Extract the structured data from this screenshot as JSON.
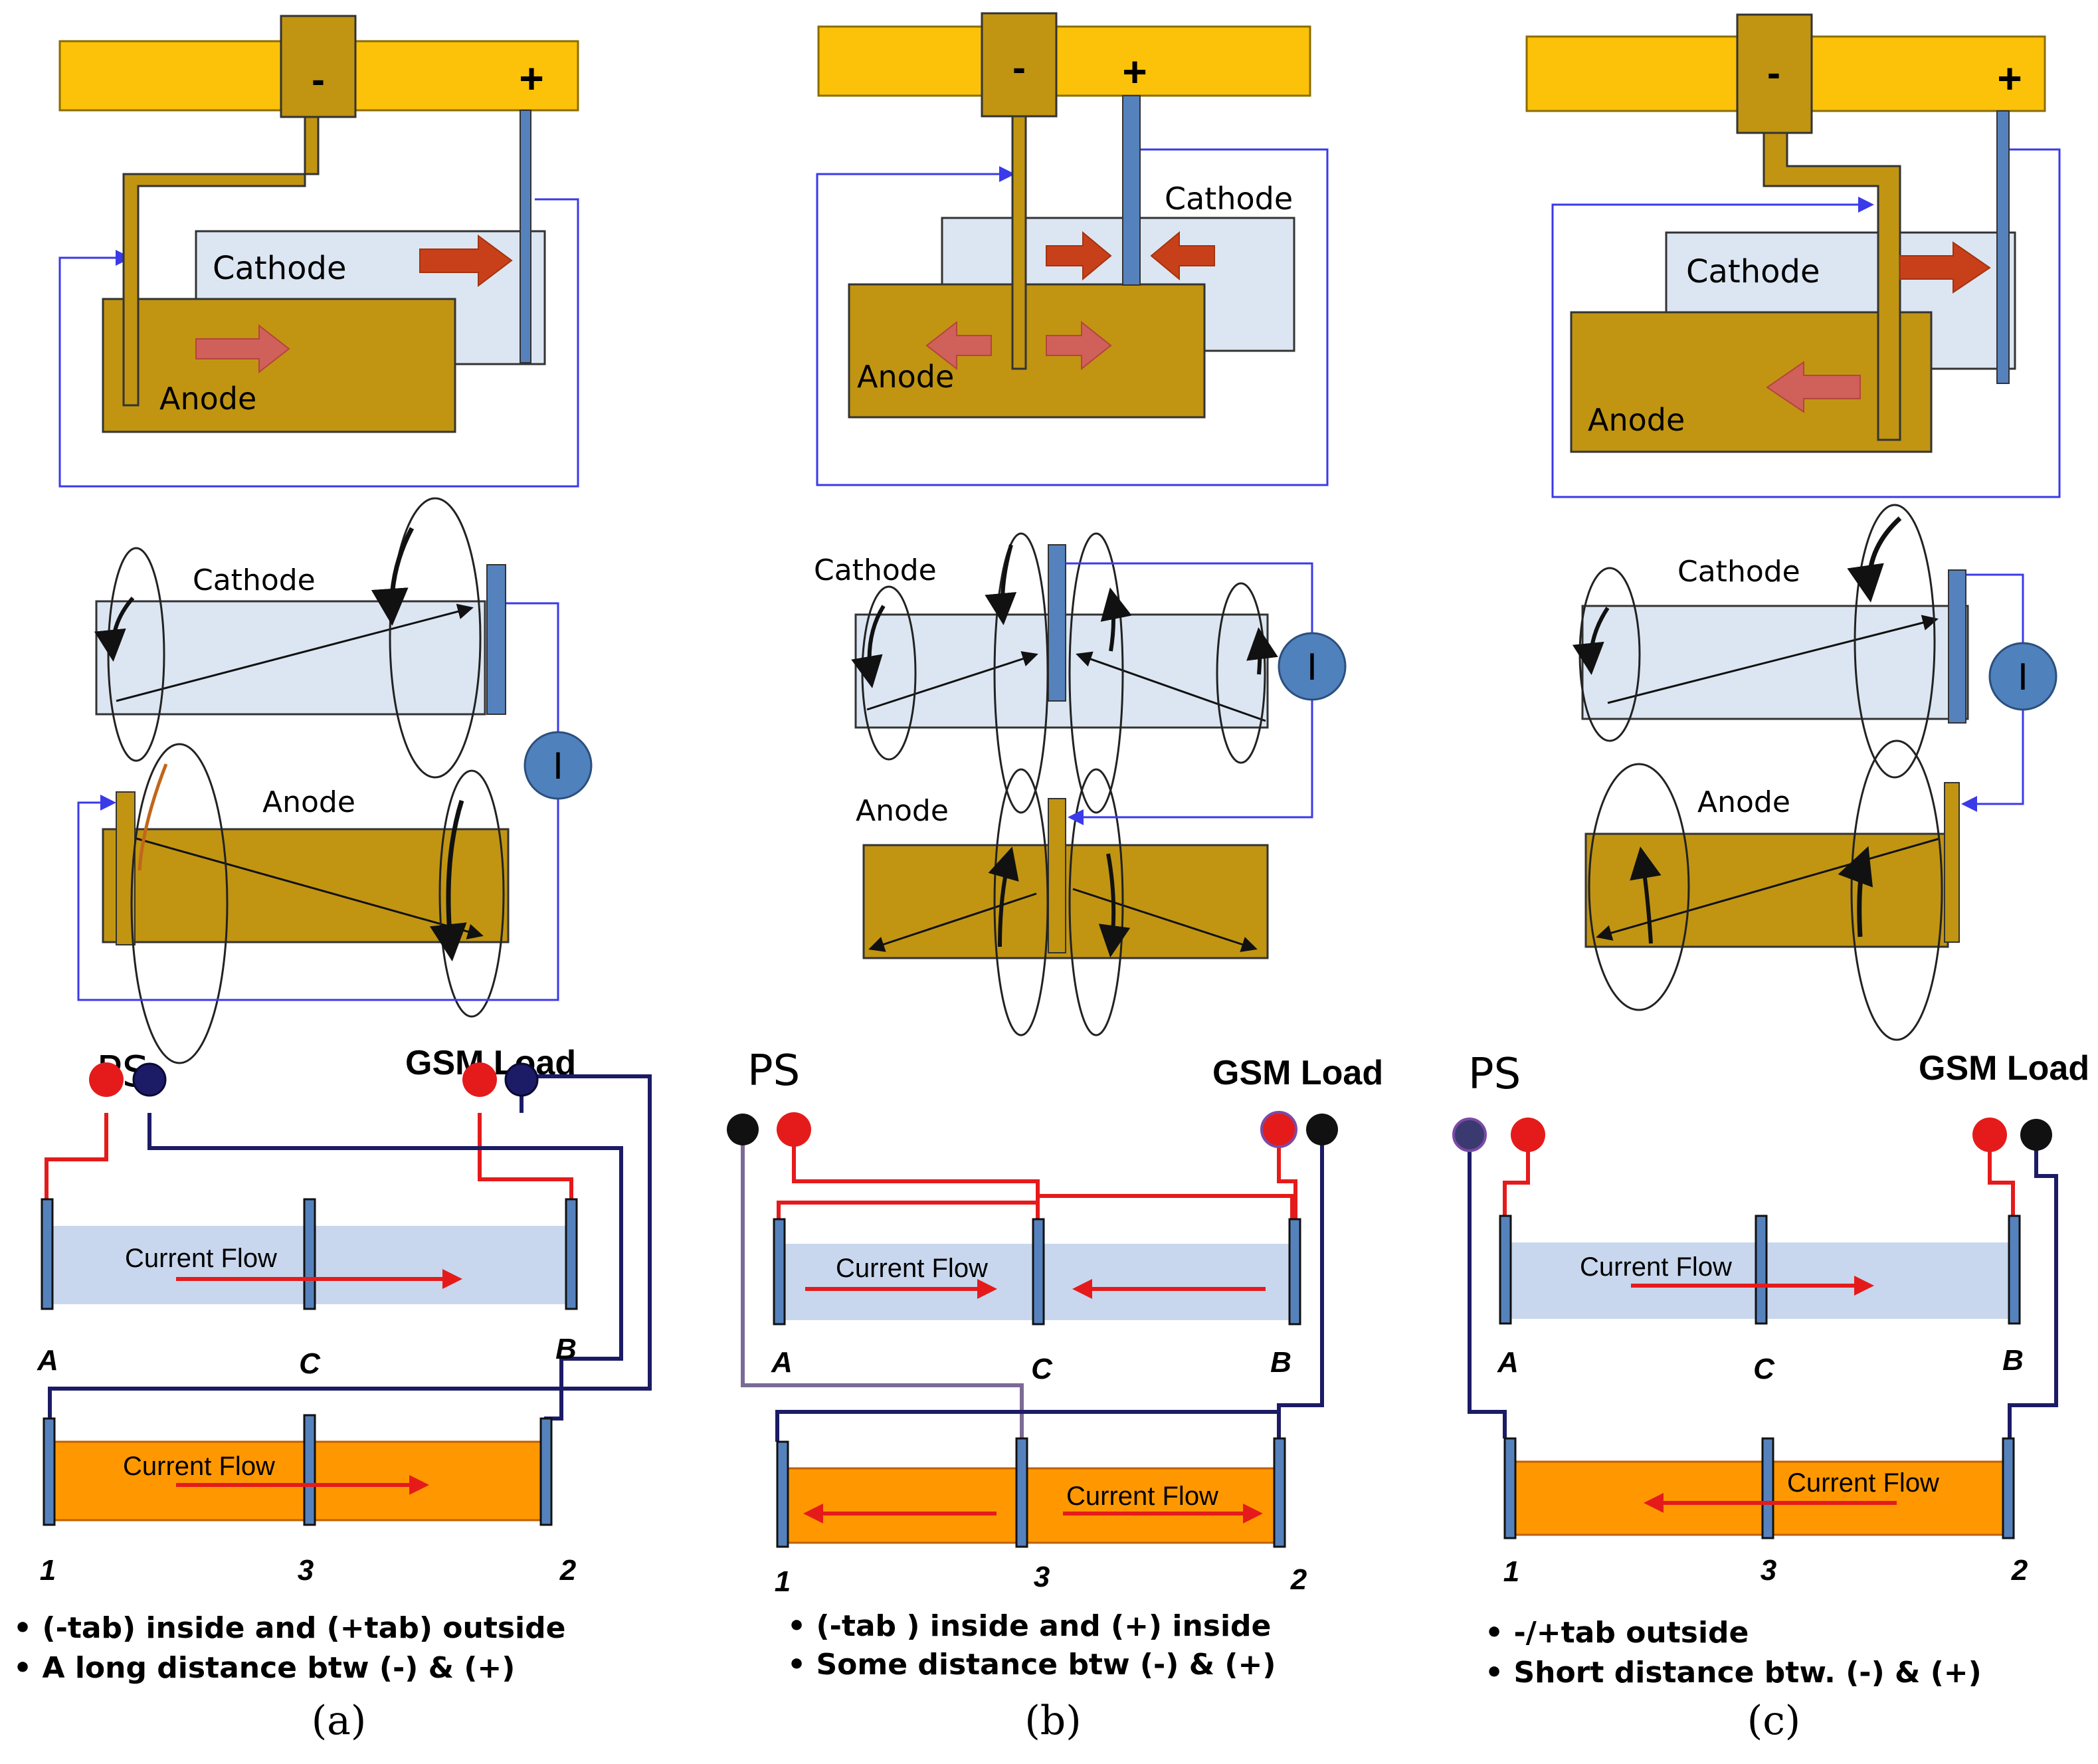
{
  "colors": {
    "busbar": "#fcc209",
    "anode": "#c19512",
    "cathode": "#dce6f2",
    "tab_blue": "#5582bd",
    "wire_blue": "#3a3ae8",
    "arrow_red": "#c8401a",
    "red": "#e51b1b",
    "navy": "#1b1b66",
    "orange": "#ff9800",
    "current_blue": "#c8d7ed",
    "meter": "#4f81bd"
  },
  "panels": [
    {
      "id": "a",
      "minus": "-",
      "plus": "+",
      "cathode": "Cathode",
      "anode": "Anode",
      "meter": "I",
      "ps": "PS",
      "load": "GSM Load",
      "flow_top": "Current Flow",
      "flow_bottom": "Current Flow",
      "pts_top": [
        "A",
        "C",
        "B"
      ],
      "pts_bottom": [
        "1",
        "3",
        "2"
      ],
      "bullets": [
        "(-tab) inside and (+tab) outside",
        "A long distance btw (-) & (+)"
      ],
      "caption": "(a)"
    },
    {
      "id": "b",
      "minus": "-",
      "plus": "+",
      "cathode": "Cathode",
      "anode": "Anode",
      "meter": "I",
      "ps": "PS",
      "load": "GSM Load",
      "flow_top": "Current Flow",
      "flow_bottom": "Current Flow",
      "pts_top": [
        "A",
        "C",
        "B"
      ],
      "pts_bottom": [
        "1",
        "3",
        "2"
      ],
      "bullets": [
        "(-tab ) inside and (+) inside",
        "Some distance btw (-) & (+)"
      ],
      "caption": "(b)"
    },
    {
      "id": "c",
      "minus": "-",
      "plus": "+",
      "cathode": "Cathode",
      "anode": "Anode",
      "meter": "I",
      "ps": "PS",
      "load": "GSM Load",
      "flow_top": "Current Flow",
      "flow_bottom": "Current Flow",
      "pts_top": [
        "A",
        "C",
        "B"
      ],
      "pts_bottom": [
        "1",
        "3",
        "2"
      ],
      "bullets": [
        "-/+tab outside",
        "Short distance  btw. (-) & (+)"
      ],
      "caption": "(c)"
    }
  ]
}
